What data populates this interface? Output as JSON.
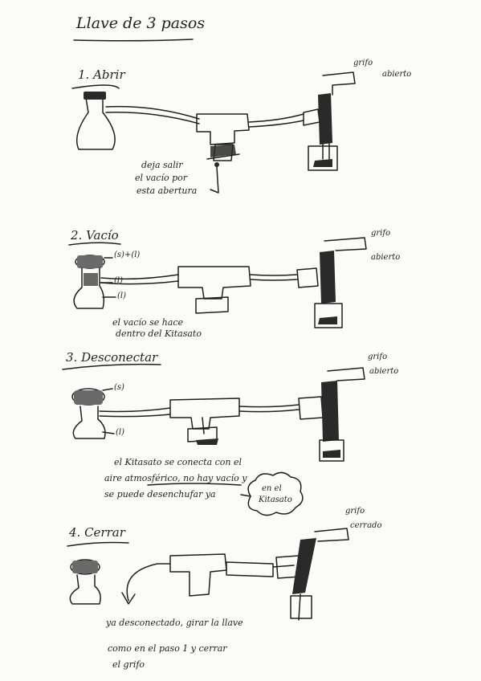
{
  "title": "Llave de 3 pasos",
  "steps": [
    {
      "heading": "1. Abrir",
      "tap_label_1": "grifo",
      "tap_label_2": "abierto",
      "note_lines": [
        "deja salir",
        "el vacío por",
        "esta abertura"
      ]
    },
    {
      "heading": "2. Vacío",
      "flask_labels": [
        "(s)+(l)",
        "(l)",
        "(l)"
      ],
      "tap_label_1": "grifo",
      "tap_label_2": "abierto",
      "note_lines": [
        "el vacío se hace",
        "dentro del Kitasato"
      ]
    },
    {
      "heading": "3. Desconectar",
      "flask_labels": [
        "(s)",
        "(l)"
      ],
      "tap_label_1": "grifo",
      "tap_label_2": "abierto",
      "note_lines": [
        "el Kitasato se conecta con el",
        "aire atmosférico, no hay vacío y",
        "se puede desenchufar ya"
      ],
      "cloud_lines": [
        "en el",
        "Kitasato"
      ]
    },
    {
      "heading": "4. Cerrar",
      "tap_label_1": "grifo",
      "tap_label_2": "cerrado",
      "note_lines": [
        "ya desconectado, girar la llave",
        "como en el paso 1 y cerrar",
        "el grifo"
      ]
    }
  ]
}
